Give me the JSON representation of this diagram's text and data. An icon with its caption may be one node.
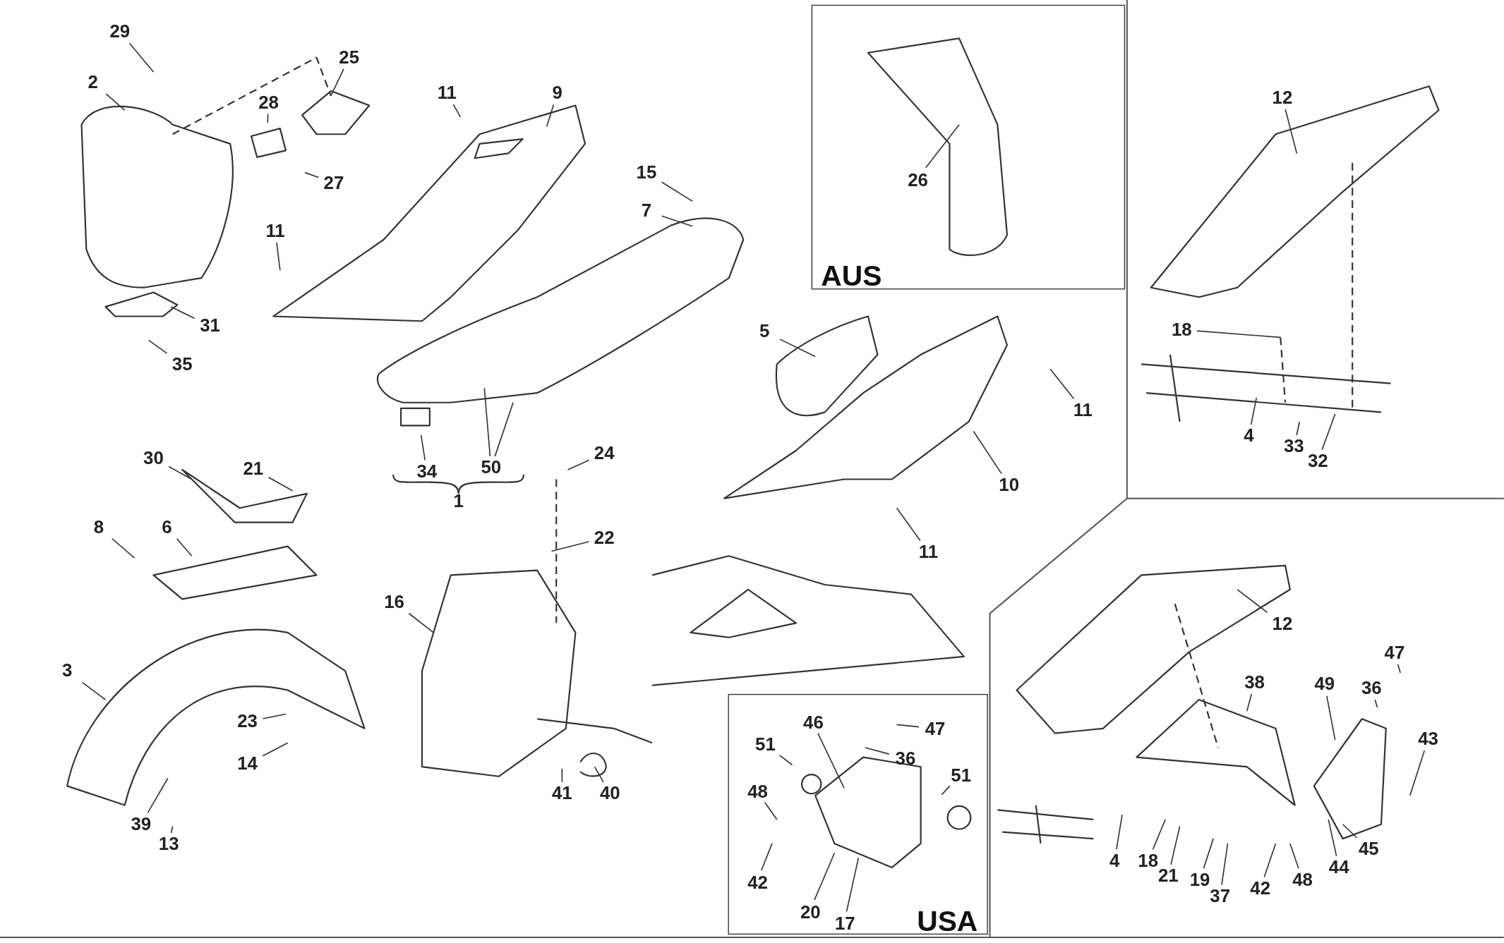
{
  "diagram": {
    "nodes": [
      {
        "text": [
          "29"
        ]
      },
      {
        "text": [
          "2"
        ]
      },
      {
        "text": [
          "25"
        ]
      },
      {
        "text": [
          "28"
        ]
      },
      {
        "text": [
          "27"
        ]
      },
      {
        "text": [
          "11"
        ]
      },
      {
        "text": [
          "9"
        ]
      },
      {
        "text": [
          "11"
        ]
      },
      {
        "text": [
          "15"
        ]
      },
      {
        "text": [
          "7"
        ]
      },
      {
        "text": [
          "31"
        ]
      },
      {
        "text": [
          "35"
        ]
      },
      {
        "text": [
          "5"
        ]
      },
      {
        "text": [
          "11"
        ]
      },
      {
        "text": [
          "10"
        ]
      },
      {
        "text": [
          "11"
        ]
      },
      {
        "text": [
          "34"
        ]
      },
      {
        "text": [
          "50"
        ]
      },
      {
        "text": [
          "24"
        ]
      },
      {
        "text": [
          "22"
        ]
      },
      {
        "text": [
          "30"
        ]
      },
      {
        "text": [
          "21"
        ]
      },
      {
        "text": [
          "8"
        ]
      },
      {
        "text": [
          "6"
        ]
      },
      {
        "text": [
          "3"
        ]
      },
      {
        "text": [
          "23"
        ]
      },
      {
        "text": [
          "14"
        ]
      },
      {
        "text": [
          "39"
        ]
      },
      {
        "text": [
          "13"
        ]
      },
      {
        "text": [
          "16"
        ]
      },
      {
        "text": [
          "41"
        ]
      },
      {
        "text": [
          "40"
        ]
      },
      {
        "text": [
          "AUS"
        ]
      },
      {
        "text": [
          "26"
        ],
        "in": 32
      },
      {
        "text": [
          "12"
        ]
      },
      {
        "text": [
          "18"
        ]
      },
      {
        "text": [
          "4"
        ]
      },
      {
        "text": [
          "33"
        ]
      },
      {
        "text": [
          "32"
        ]
      },
      {
        "text": [
          "12"
        ]
      },
      {
        "text": [
          "38"
        ]
      },
      {
        "text": [
          "49"
        ]
      },
      {
        "text": [
          "36"
        ]
      },
      {
        "text": [
          "47"
        ]
      },
      {
        "text": [
          "43"
        ]
      },
      {
        "text": [
          "45"
        ]
      },
      {
        "text": [
          "44"
        ]
      },
      {
        "text": [
          "4"
        ]
      },
      {
        "text": [
          "18"
        ]
      },
      {
        "text": [
          "21"
        ]
      },
      {
        "text": [
          "19"
        ]
      },
      {
        "text": [
          "37"
        ]
      },
      {
        "text": [
          "42"
        ]
      },
      {
        "text": [
          "48"
        ]
      },
      {
        "text": [
          "USA"
        ]
      },
      {
        "text": [
          "46"
        ],
        "in": 54
      },
      {
        "text": [
          "47"
        ],
        "in": 54
      },
      {
        "text": [
          "51"
        ],
        "in": 54
      },
      {
        "text": [
          "36"
        ],
        "in": 54
      },
      {
        "text": [
          "51"
        ],
        "in": 54
      },
      {
        "text": [
          "48"
        ],
        "in": 54
      },
      {
        "text": [
          "42"
        ],
        "in": 54
      },
      {
        "text": [
          "20"
        ],
        "in": 54
      },
      {
        "text": [
          "17"
        ],
        "in": 54
      }
    ],
    "edges": [
      {
        "from": 0,
        "to": null,
        "arrow": "none"
      },
      {
        "from": 1,
        "to": null,
        "arrow": "none"
      },
      {
        "from": 2,
        "to": null,
        "arrow": "none"
      },
      {
        "from": 3,
        "to": null,
        "arrow": "none"
      },
      {
        "from": 4,
        "to": null,
        "arrow": "none"
      },
      {
        "from": 5,
        "to": null,
        "arrow": "none"
      },
      {
        "from": 6,
        "to": null,
        "arrow": "none"
      },
      {
        "from": 7,
        "to": null,
        "arrow": "none"
      },
      {
        "from": 8,
        "to": null,
        "arrow": "none"
      },
      {
        "from": 9,
        "to": null,
        "arrow": "none"
      },
      {
        "from": 10,
        "to": null,
        "arrow": "none"
      },
      {
        "from": 11,
        "to": null,
        "arrow": "none"
      },
      {
        "from": 12,
        "to": null,
        "arrow": "none"
      },
      {
        "from": 13,
        "to": null,
        "arrow": "none"
      },
      {
        "from": 14,
        "to": null,
        "arrow": "none"
      },
      {
        "from": 15,
        "to": null,
        "arrow": "none"
      },
      {
        "from": 16,
        "to": null,
        "arrow": "none"
      },
      {
        "from": 17,
        "to": null,
        "arrow": "none"
      },
      {
        "from": 17,
        "to": null,
        "arrow": "none"
      },
      {
        "from": 18,
        "to": null,
        "arrow": "none"
      },
      {
        "from": 19,
        "to": null,
        "arrow": "none"
      },
      {
        "from": 20,
        "to": null,
        "arrow": "none"
      },
      {
        "from": 21,
        "to": null,
        "arrow": "none"
      },
      {
        "from": 22,
        "to": null,
        "arrow": "none"
      },
      {
        "from": 23,
        "to": null,
        "arrow": "none"
      },
      {
        "from": 24,
        "to": null,
        "arrow": "none"
      },
      {
        "from": 25,
        "to": null,
        "arrow": "none"
      },
      {
        "from": 26,
        "to": null,
        "arrow": "none"
      },
      {
        "from": 27,
        "to": null,
        "arrow": "none"
      },
      {
        "from": 28,
        "to": null,
        "arrow": "none"
      },
      {
        "from": 29,
        "to": null,
        "arrow": "none"
      },
      {
        "from": 30,
        "to": null,
        "arrow": "none"
      },
      {
        "from": 31,
        "to": null,
        "arrow": "none"
      },
      {
        "from": 33,
        "to": null,
        "arrow": "none"
      },
      {
        "from": 34,
        "to": null,
        "arrow": "none"
      },
      {
        "from": 35,
        "to": null,
        "arrow": "none"
      },
      {
        "from": 36,
        "to": null,
        "arrow": "none"
      },
      {
        "from": 37,
        "to": null,
        "arrow": "none"
      },
      {
        "from": 38,
        "to": null,
        "arrow": "none"
      },
      {
        "from": 39,
        "to": null,
        "arrow": "none"
      },
      {
        "from": 40,
        "to": null,
        "arrow": "none"
      },
      {
        "from": 41,
        "to": null,
        "arrow": "none"
      },
      {
        "from": 42,
        "to": null,
        "arrow": "none"
      },
      {
        "from": 43,
        "to": null,
        "arrow": "none"
      },
      {
        "from": 44,
        "to": null,
        "arrow": "none"
      },
      {
        "from": 45,
        "to": null,
        "arrow": "none"
      },
      {
        "from": 46,
        "to": null,
        "arrow": "none"
      },
      {
        "from": 47,
        "to": null,
        "arrow": "none"
      },
      {
        "from": 48,
        "to": null,
        "arrow": "none"
      },
      {
        "from": 49,
        "to": null,
        "arrow": "none"
      },
      {
        "from": 50,
        "to": null,
        "arrow": "none"
      },
      {
        "from": 51,
        "to": null,
        "arrow": "none"
      },
      {
        "from": 52,
        "to": null,
        "arrow": "none"
      },
      {
        "from": 53,
        "to": null,
        "arrow": "none"
      },
      {
        "from": 55,
        "to": null,
        "arrow": "none"
      },
      {
        "from": 56,
        "to": null,
        "arrow": "none"
      },
      {
        "from": 57,
        "to": null,
        "arrow": "none"
      },
      {
        "from": 58,
        "to": null,
        "arrow": "none"
      },
      {
        "from": 59,
        "to": null,
        "arrow": "none"
      },
      {
        "from": 60,
        "to": null,
        "arrow": "none"
      },
      {
        "from": 61,
        "to": null,
        "arrow": "none"
      },
      {
        "from": 62,
        "to": null,
        "arrow": "none"
      },
      {
        "from": 63,
        "to": null,
        "arrow": "none"
      }
    ],
    "labels": [
      "1"
    ]
  }
}
